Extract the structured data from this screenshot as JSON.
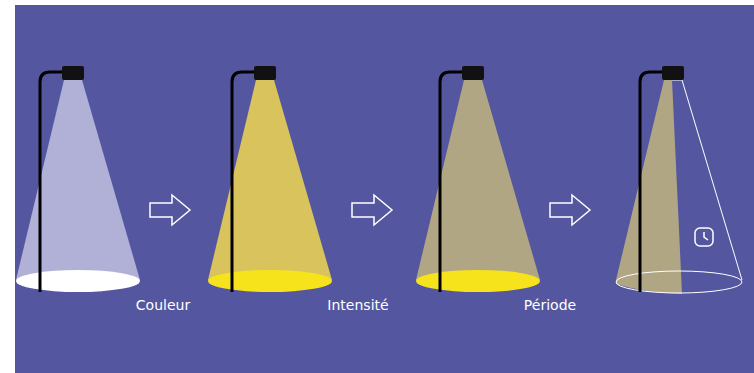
{
  "diagram": {
    "labels": [
      "Couleur",
      "Intensité",
      "Période"
    ]
  }
}
